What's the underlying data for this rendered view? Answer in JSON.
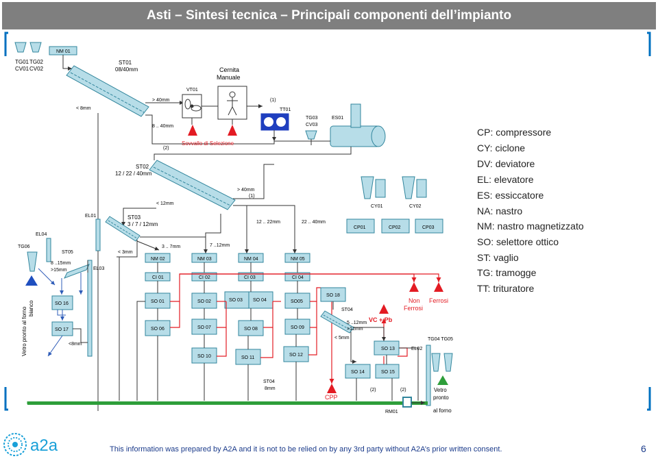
{
  "slide": {
    "title": "Asti – Sintesi tecnica – Principali componenti dell’impianto",
    "footer": "This information was prepared by A2A and it is not to be relied on by any 3rd party without A2A’s prior written consent.",
    "page_number": "6",
    "logo_text": "a2a"
  },
  "legend": [
    "CP: compressore",
    "CY: ciclone",
    "DV: deviatore",
    "EL: elevatore",
    "ES: essiccatore",
    "NA: nastro",
    "NM: nastro magnetizzato",
    "SO: selettore ottico",
    "ST: vaglio",
    "TG: tramogge",
    "TT: trituratore"
  ],
  "diagram": {
    "hoppers_top": {
      "labels": [
        "TG01",
        "TG02",
        "CV01",
        "CV02"
      ]
    },
    "nm01": "NM 01",
    "st01": {
      "name": "ST01",
      "size": "08/40mm"
    },
    "lt8": "< 8mm",
    "gt40": "> 40mm",
    "r8_40": "8 .. 40mm",
    "vt01": "VT01",
    "cernita": [
      "Cernita",
      "Manuale"
    ],
    "sovvallo": "Sovvallo  di Selezione",
    "note1": "(1)",
    "note2": "(2)",
    "tt01": "TT01",
    "tg03": [
      "TG03",
      "CV03"
    ],
    "es01": "ES01",
    "st02": {
      "name": "ST02",
      "size": "12 / 22 / 40mm"
    },
    "lt12": "< 12mm",
    "gt40b": "> 40mm",
    "note1b": "(1)",
    "r12_22": "12 .. 22mm",
    "r22_40": "22 .. 40mm",
    "cy": [
      "CY01",
      "CY02"
    ],
    "cp": [
      "CP01",
      "CP02",
      "CP03"
    ],
    "el01": "EL01",
    "el04": "EL04",
    "el03": "EL03",
    "st03": {
      "name": "ST03",
      "size": "3 / 7 / 12mm"
    },
    "lt3": "< 3mm",
    "r3_7": "3 .. 7mm",
    "r7_12": "7 ..12mm",
    "tg06": "TG06",
    "st05": "ST05",
    "r8_15": "8 ..15mm",
    "gt15": ">15mm",
    "lt8b": "<8mm",
    "nm": [
      "NM 02",
      "NM 03",
      "NM 04",
      "NM 05"
    ],
    "ci": [
      "CI 01",
      "CI 02",
      "CI 03",
      "CI 04"
    ],
    "so_row1": [
      "SO 01",
      "SO 02",
      "SO 03",
      "SO 04",
      "SO05"
    ],
    "so_row2": [
      "SO 06",
      "SO 07",
      "SO 08",
      "SO 09"
    ],
    "so_row3": [
      "SO 10",
      "SO 11",
      "SO 12"
    ],
    "so16": "SO 16",
    "so17": "SO 17",
    "so18": "SO 18",
    "st04": "ST04",
    "st04_size": "8mm",
    "r5_12": "5 ..12mm",
    "gt12": ">12mm",
    "lt5": "< 5mm",
    "vc_pb": "VC + Pb",
    "non_ferrosi": [
      "Non",
      "Ferrosi"
    ],
    "ferrosi": "Ferrosi",
    "so13": "SO 13",
    "so14": "SO 14",
    "so15": "SO 15",
    "el02": "EL02",
    "tg04": "TG04  TG05",
    "cpp": "CPP",
    "note2b": "(2)",
    "note2c": "(2)",
    "vetro_out": [
      "Vetro",
      "pronto",
      "al forno"
    ],
    "rm01": "RM01",
    "vetro_left": [
      "Vetro pronto al forno",
      "bianco"
    ]
  },
  "colors": {
    "title_bg": "#7f7f7f",
    "component_fill": "#b7dde8",
    "component_stroke": "#31859c",
    "flow_red": "#e31b23",
    "conveyor_green": "#2e9e3a",
    "bracket_blue": "#0070c0",
    "arrow_blue": "#2e5cb8",
    "text_blue": "#1a3a8a"
  }
}
